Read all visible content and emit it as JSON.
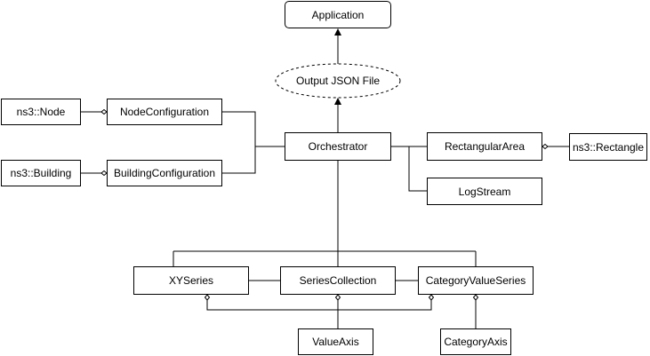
{
  "nodes": {
    "application": "Application",
    "output_json": "Output JSON File",
    "ns3_node": "ns3::Node",
    "node_configuration": "NodeConfiguration",
    "ns3_building": "ns3::Building",
    "building_configuration": "BuildingConfiguration",
    "orchestrator": "Orchestrator",
    "rectangular_area": "RectangularArea",
    "ns3_rectangle": "ns3::Rectangle",
    "log_stream": "LogStream",
    "xy_series": "XYSeries",
    "series_collection": "SeriesCollection",
    "category_value_series": "CategoryValueSeries",
    "value_axis": "ValueAxis",
    "category_axis": "CategoryAxis"
  },
  "edges": [
    {
      "from": "ns3_node",
      "to": "node_configuration",
      "kind": "aggregation"
    },
    {
      "from": "ns3_building",
      "to": "building_configuration",
      "kind": "aggregation"
    },
    {
      "from": "node_configuration",
      "to": "orchestrator",
      "kind": "association"
    },
    {
      "from": "building_configuration",
      "to": "orchestrator",
      "kind": "association"
    },
    {
      "from": "orchestrator",
      "to": "output_json",
      "kind": "dependency"
    },
    {
      "from": "output_json",
      "to": "application",
      "kind": "dependency"
    },
    {
      "from": "orchestrator",
      "to": "rectangular_area",
      "kind": "association"
    },
    {
      "from": "orchestrator",
      "to": "log_stream",
      "kind": "association"
    },
    {
      "from": "ns3_rectangle",
      "to": "rectangular_area",
      "kind": "aggregation"
    },
    {
      "from": "orchestrator",
      "to": "series_collection",
      "kind": "association"
    },
    {
      "from": "xy_series",
      "to": "series_collection",
      "kind": "association"
    },
    {
      "from": "category_value_series",
      "to": "series_collection",
      "kind": "association"
    },
    {
      "from": "value_axis",
      "to": "xy_series",
      "kind": "aggregation"
    },
    {
      "from": "value_axis",
      "to": "series_collection",
      "kind": "aggregation"
    },
    {
      "from": "value_axis",
      "to": "category_value_series",
      "kind": "aggregation"
    },
    {
      "from": "category_axis",
      "to": "category_value_series",
      "kind": "aggregation"
    }
  ]
}
